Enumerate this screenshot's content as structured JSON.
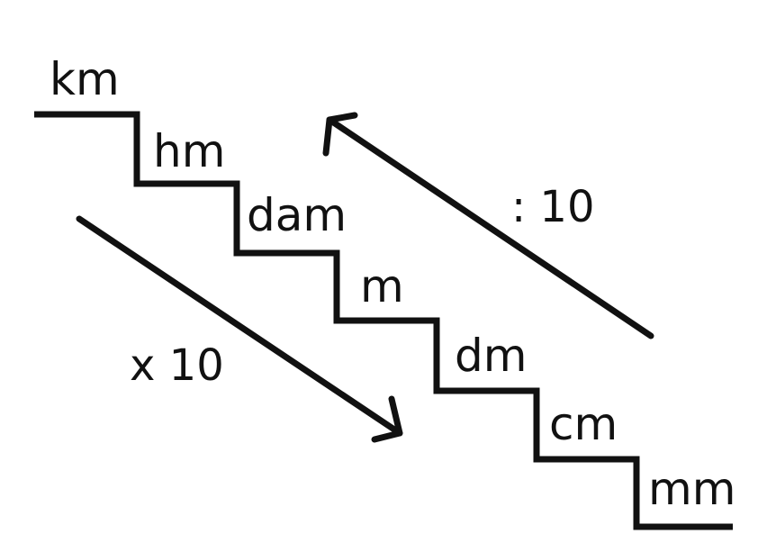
{
  "units": [
    "km",
    "hm",
    "dam",
    "m",
    "dm",
    "cm",
    "mm"
  ],
  "operations": {
    "down_multiply": "x 10",
    "up_divide": ": 10"
  },
  "colors": {
    "ink": "#111111",
    "background": "#ffffff"
  }
}
